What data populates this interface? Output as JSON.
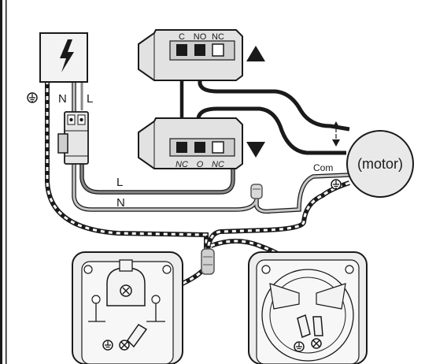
{
  "supply": {
    "symbol": "lightning-bolt-icon",
    "neutral_label": "N",
    "line_label": "L",
    "earth_symbol": "⏚"
  },
  "relay_up": {
    "terminals": [
      "C",
      "NO",
      "NC"
    ],
    "direction": "up-arrow-icon"
  },
  "relay_down": {
    "terminals": [
      "NC",
      "O",
      "NC"
    ],
    "direction": "down-arrow-icon"
  },
  "wires": {
    "line_label": "L",
    "neutral_label": "N",
    "com_label": "Com"
  },
  "motor": {
    "label": "(motor)",
    "up_symbol": "▲",
    "down_symbol": "▼",
    "earth_symbol": "⏚"
  },
  "colors": {
    "outline": "#1a1a1a",
    "live_wire": "#777777",
    "neutral_wire": "#bdbdbd",
    "earth_wire": "#2a2a2a",
    "device_fill": "#e4e4e4",
    "box_fill": "#f3f3f3"
  }
}
